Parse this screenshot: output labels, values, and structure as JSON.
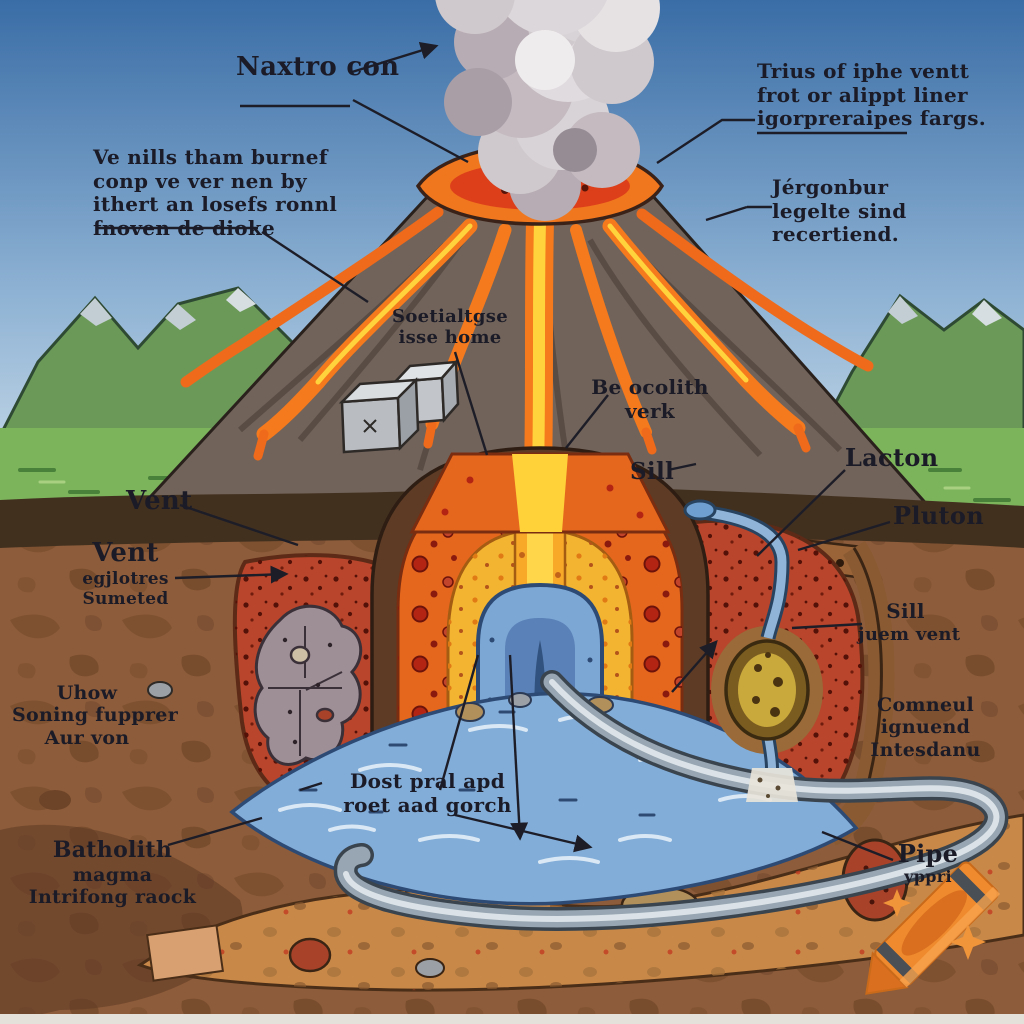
{
  "diagram": {
    "subject": "volcano cross-section illustration",
    "style": "hand-drawn educational diagram (AI generated, garbled labels)"
  },
  "labels": {
    "cone": {
      "text": "Naxtro con"
    },
    "eruption_column": {
      "lines": [
        "Trius of iphe ventt",
        "frot or alippt liner",
        "igorpreraipes fargs."
      ]
    },
    "left_flank": {
      "lines": [
        "Ve nills tham burnef",
        "conp ve ver nen by",
        "ithert an losefs ronnl",
        "fnoven de dioke"
      ]
    },
    "right_flank": {
      "lines": [
        "Jérgonbur",
        "legelte sind",
        "recertiend."
      ]
    },
    "conduit": {
      "lines": [
        "Soetialtgse",
        "isse home"
      ]
    },
    "laccolith": {
      "lines": [
        "Be ocolith",
        "verk"
      ]
    },
    "sill": {
      "text": "Sill"
    },
    "lacton": {
      "text": "Lacton"
    },
    "pluton": {
      "text": "Pluton"
    },
    "vent": {
      "text": "Vent"
    },
    "vent_detail": {
      "lines": [
        "Vent",
        "egjlotres",
        "Sumeted"
      ]
    },
    "sill_right": {
      "lines": [
        "Sill",
        "juem vent"
      ]
    },
    "magma_left": {
      "lines": [
        "Uhow",
        "Soning fupprer",
        "Aur von"
      ]
    },
    "intrusion_right": {
      "lines": [
        "Comneul",
        "ignuend",
        "Intesdanu"
      ]
    },
    "magma_pool": {
      "lines": [
        "Dost pral apd",
        "roet aad gorch"
      ]
    },
    "batholith": {
      "lines": [
        "Batholith",
        "magma",
        "Intrifong raock"
      ]
    },
    "pipe": {
      "lines": [
        "Pipe",
        "yppri"
      ]
    }
  },
  "palette": {
    "sky_top": "#3a6da6",
    "sky_bottom": "#d7e4ee",
    "grass": "#7cb45c",
    "mountain": "#6b9a58",
    "peak_gray": "#c3ced4",
    "volcano": "#71635a",
    "lava_orange": "#f5791d",
    "lava_yellow": "#ffd33c",
    "crater_red": "#dd3f1a",
    "smoke": "#cfc8cc",
    "earth": "#8d5c3a",
    "soil_dark": "#42301f",
    "chamber_orange": "#e5671e",
    "chamber_yellow": "#f3b431",
    "water_blue": "#82add8",
    "red_rock": "#b8452c",
    "pipe_gray": "#97a6b2",
    "sediment": "#c88848",
    "crayon_orange": "#ef8b2e",
    "text": "#1b1b27"
  },
  "logo": {
    "name": "crayon with sparkles"
  }
}
